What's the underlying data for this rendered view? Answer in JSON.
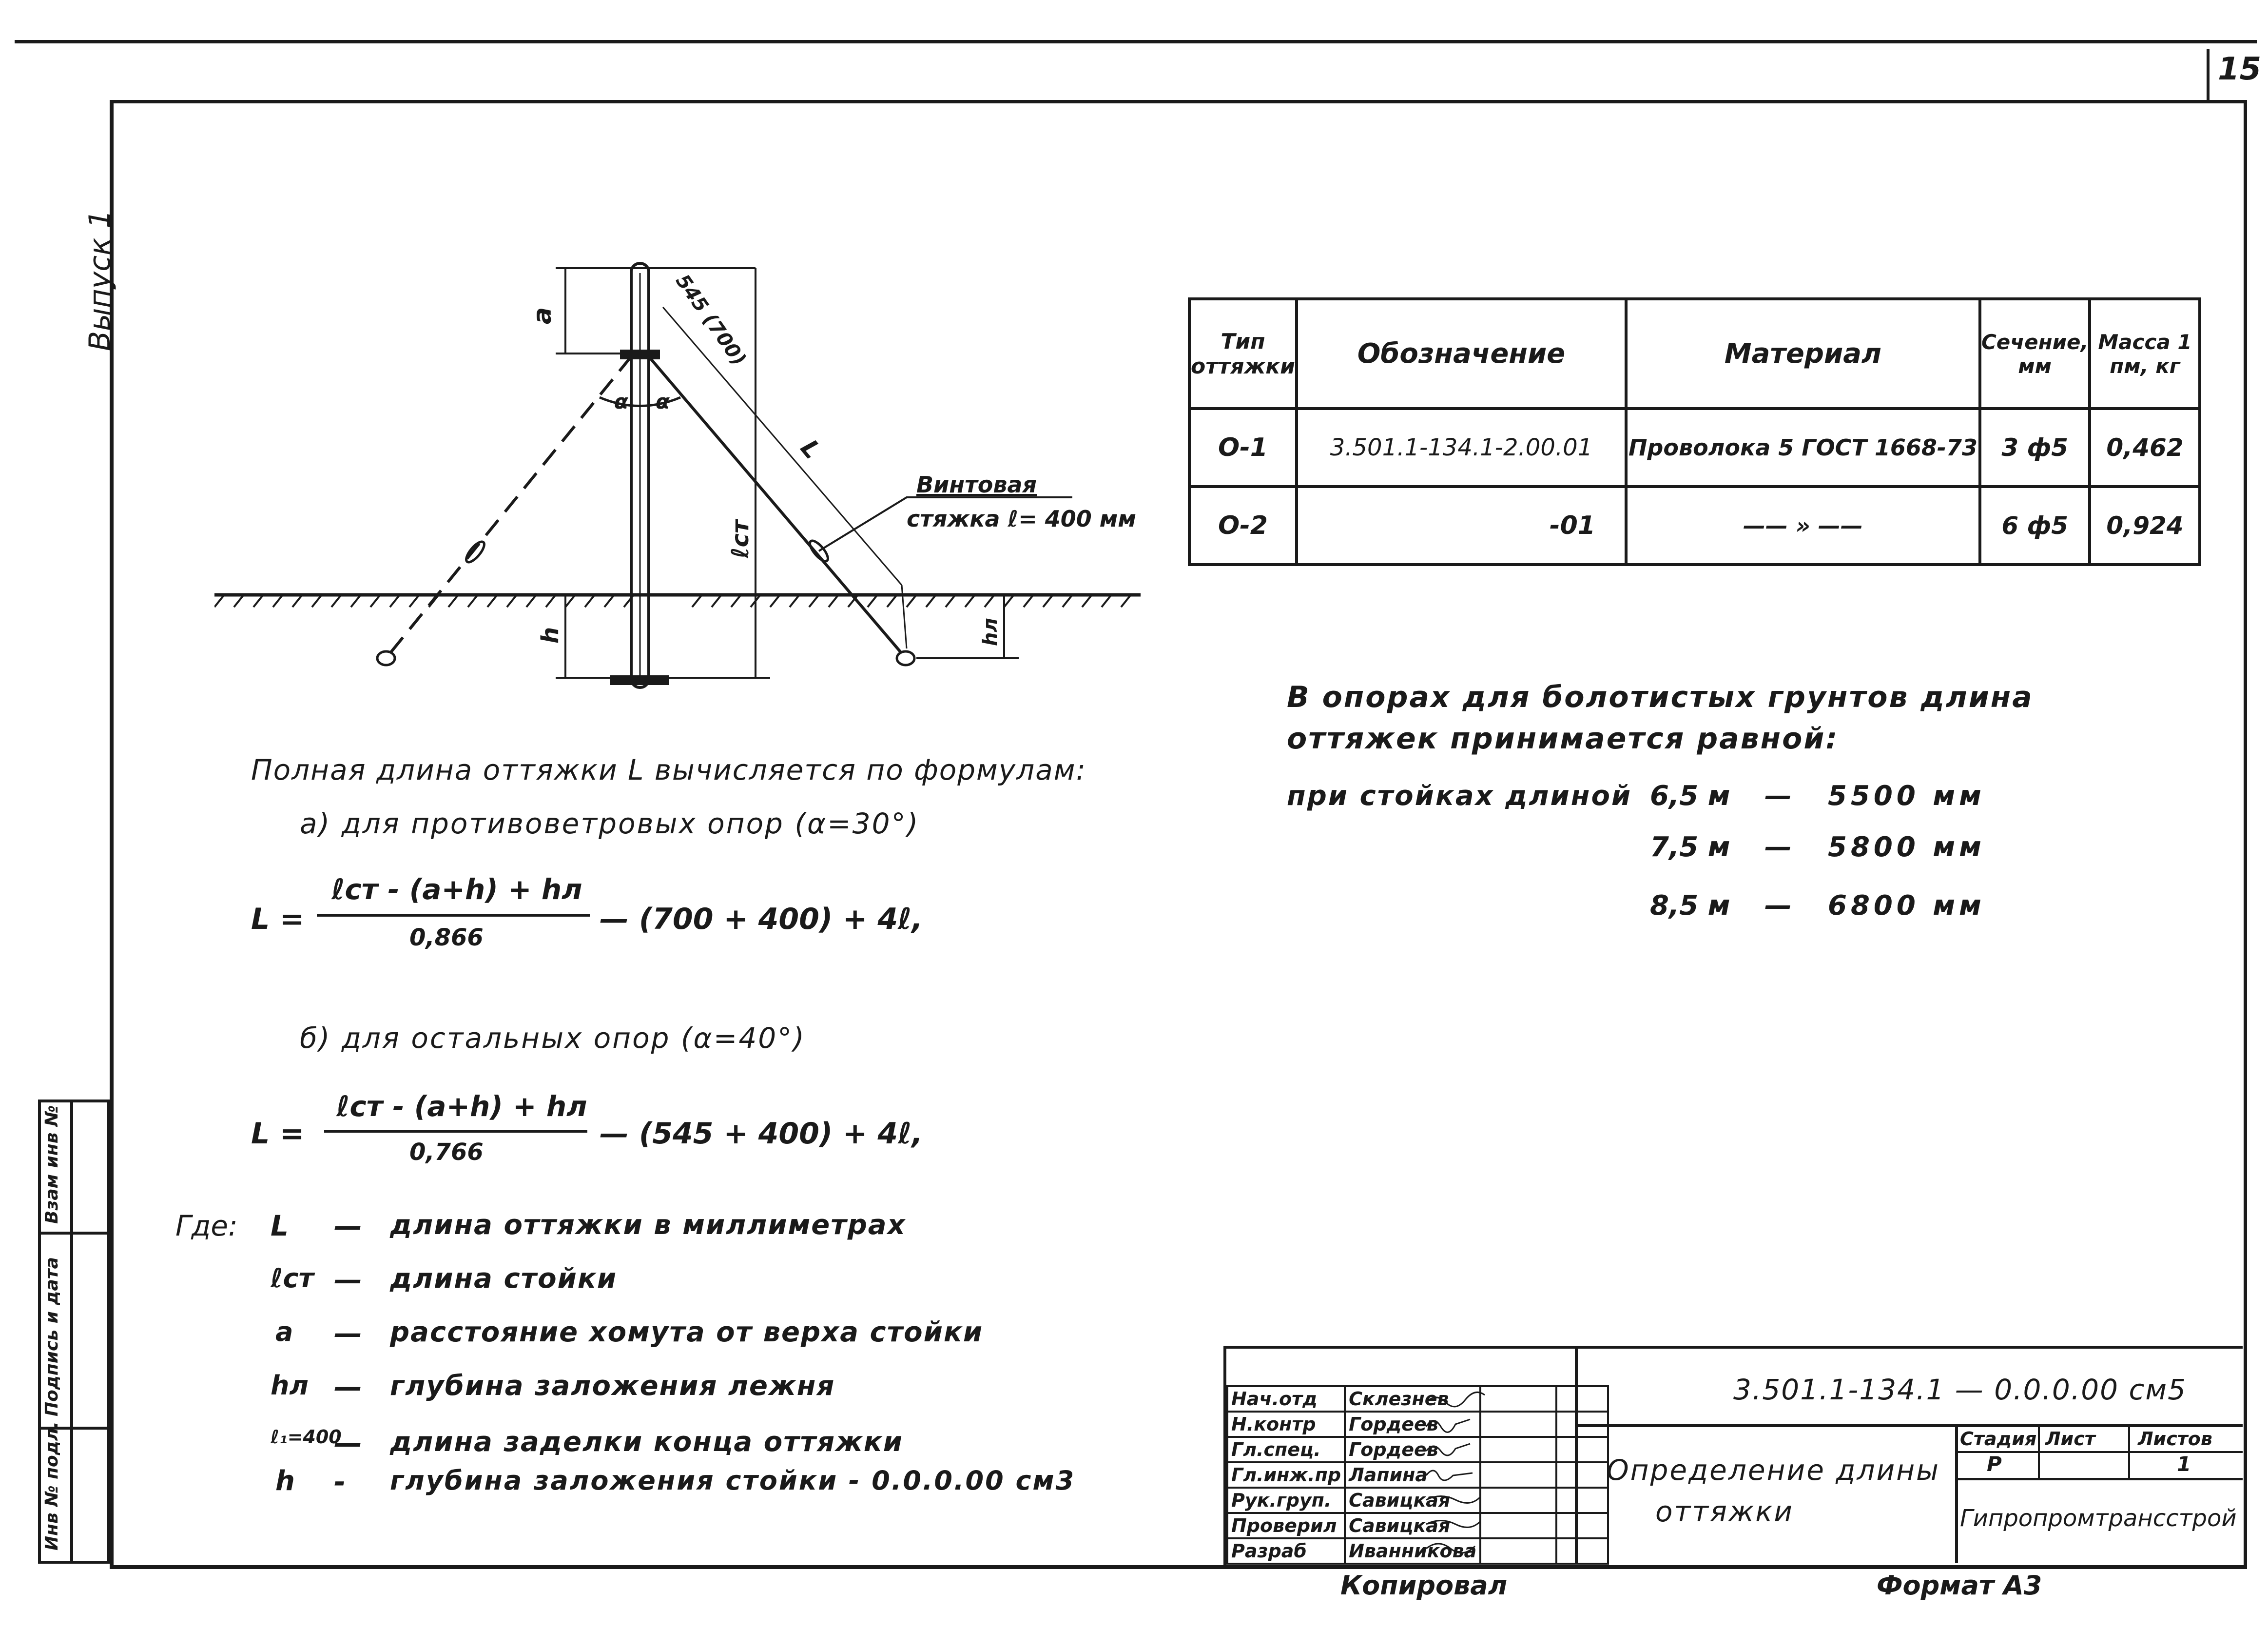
{
  "page_number": "15",
  "side_label": "Выпуск 1",
  "left_strip": {
    "inv": "Инв № подл.",
    "sign": "Подпись и дата",
    "vzam": "Взам инв №"
  },
  "diagram": {
    "dim_a": "a",
    "dim_545": "545 (700)",
    "angle_left": "α",
    "angle_right": "α",
    "L": "L",
    "lst": "ℓст",
    "h": "h",
    "hl": "hл",
    "turnbuckle_line1": "Винтовая",
    "turnbuckle_line2": "стяжка ℓ= 400 мм"
  },
  "spec_table": {
    "headers": [
      "Тип оттяжки",
      "Обозначение",
      "Материал",
      "Сечение, мм",
      "Масса 1 пм, кг"
    ],
    "rows": [
      [
        "О-1",
        "3.501.1-134.1-2.00.01",
        "Проволока 5 ГОСТ 1668-73",
        "3 ф5",
        "0,462"
      ],
      [
        "О-2",
        "-01",
        "—— » ——",
        "6 ф5",
        "0,924"
      ]
    ]
  },
  "note": {
    "line1": "В опорах для болотистых грунтов длина",
    "line2": "оттяжек принимается равной:",
    "prefix": "при стойках длиной",
    "items": [
      {
        "len": "6,5 м",
        "dash": "—",
        "val": "5500 мм"
      },
      {
        "len": "7,5 м",
        "dash": "—",
        "val": "5800 мм"
      },
      {
        "len": "8,5 м",
        "dash": "—",
        "val": "6800 мм"
      }
    ]
  },
  "formulas": {
    "intro": "Полная длина оттяжки L вычисляется по формулам:",
    "a_label": "а)  для противоветровых опор (α=30°)",
    "f1_left": "L =",
    "f1_num": "ℓст - (а+h) + hл",
    "f1_den": "0,866",
    "f1_right": "— (700 + 400) + 4ℓ,",
    "b_label": "б)  для остальных опор (α=40°)",
    "f2_left": "L =",
    "f2_num": "ℓст - (а+h) + hл",
    "f2_den": "0,766",
    "f2_right": "— (545 + 400) + 4ℓ,"
  },
  "legend": {
    "where": "Где:",
    "items": [
      {
        "sym": "L",
        "dash": "—",
        "text": "длина оттяжки в миллиметрах"
      },
      {
        "sym": "ℓст",
        "dash": "—",
        "text": "длина стойки"
      },
      {
        "sym": "а",
        "dash": "—",
        "text": "расстояние хомута от верха стойки"
      },
      {
        "sym": "hл",
        "dash": "—",
        "text": "глубина заложения лежня"
      },
      {
        "sym": "ℓ₁=400",
        "dash": "—",
        "text": "длина заделки конца оттяжки"
      },
      {
        "sym": "h",
        "dash": "-",
        "text": "глубина заложения стойки  - 0.0.0.00 см3"
      }
    ]
  },
  "stamp": {
    "roles": [
      {
        "role": "Нач.отд",
        "name": "Склезнев"
      },
      {
        "role": "Н.контр",
        "name": "Гордеев"
      },
      {
        "role": "Гл.спец.",
        "name": "Гордеев"
      },
      {
        "role": "Гл.инж.пр",
        "name": "Лапина"
      },
      {
        "role": "Рук.груп.",
        "name": "Савицкая"
      },
      {
        "role": "Проверил",
        "name": "Савицкая"
      },
      {
        "role": "Разраб",
        "name": "Иванникова"
      }
    ],
    "code": "3.501.1-134.1  —  0.0.0.00 см5",
    "title_line1": "Определение длины",
    "title_line2": "оттяжки",
    "stage_label": "Стадия",
    "sheet_label": "Лист",
    "sheets_label": "Листов",
    "stage": "Р",
    "sheet": "",
    "sheets": "1",
    "org": "Гипропромтрансстрой"
  },
  "footer": {
    "copied": "Копировал",
    "format": "Формат А3"
  }
}
